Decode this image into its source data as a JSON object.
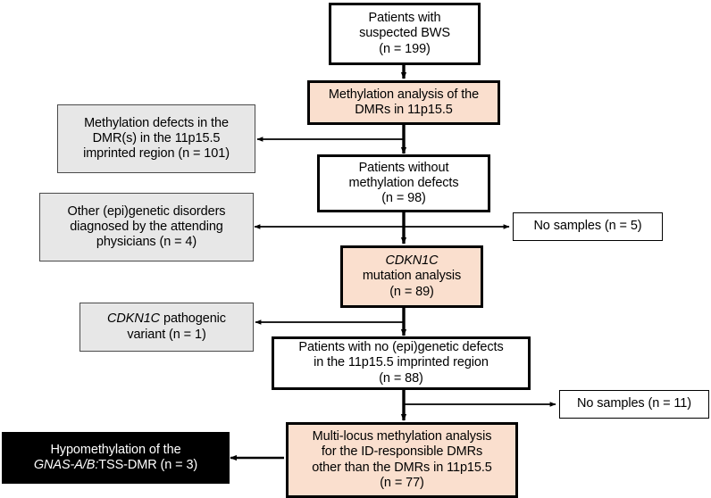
{
  "diagram": {
    "title": "BWS patient cohort methylation and mutation analysis flowchart",
    "colors": {
      "process_fill": "#FADFCE",
      "outcome_fill": "#E7E7E7",
      "highlight_fill": "#000000",
      "highlight_text": "#FFFFFF",
      "border": "#000000",
      "background": "#FFFFFF"
    },
    "nodes": [
      {
        "id": "suspected-bws",
        "kind": "main",
        "lines": [
          "Patients with",
          "suspected BWS",
          "(n = 199)"
        ],
        "count": 199
      },
      {
        "id": "methylation-analysis-11p155",
        "kind": "process",
        "lines": [
          "Methylation analysis of the",
          "DMRs in 11p15.5"
        ],
        "count": null
      },
      {
        "id": "methylation-defects-11p155",
        "kind": "outcome",
        "lines": [
          "Methylation defects in the",
          "DMR(s) in the 11p15.5",
          "imprinted region (n = 101)"
        ],
        "count": 101
      },
      {
        "id": "patients-without-methylation-defects",
        "kind": "main",
        "lines": [
          "Patients without",
          "methylation defects",
          "(n = 98)"
        ],
        "count": 98
      },
      {
        "id": "other-epigenetic-disorders",
        "kind": "outcome",
        "lines": [
          "Other (epi)genetic disorders",
          "diagnosed by the attending",
          "physicians (n = 4)"
        ],
        "count": 4
      },
      {
        "id": "no-samples-5",
        "kind": "plain",
        "lines": [
          "No samples (n = 5)"
        ],
        "count": 5
      },
      {
        "id": "cdkn1c-mutation-analysis",
        "kind": "process",
        "lines": [
          "CDKN1C",
          "mutation analysis",
          "(n = 89)"
        ],
        "italic_first_line": true,
        "count": 89
      },
      {
        "id": "cdkn1c-pathogenic-variant",
        "kind": "outcome",
        "lines": [
          "CDKN1C pathogenic",
          "variant (n = 1)"
        ],
        "italic_prefix": "CDKN1C",
        "count": 1
      },
      {
        "id": "patients-no-epigenetic-defects",
        "kind": "main",
        "lines": [
          "Patients with no (epi)genetic defects",
          "in the 11p15.5 imprinted region",
          "(n = 88)"
        ],
        "count": 88
      },
      {
        "id": "no-samples-11",
        "kind": "plain",
        "lines": [
          "No samples (n = 11)"
        ],
        "count": 11
      },
      {
        "id": "multi-locus-methylation-analysis",
        "kind": "process",
        "lines": [
          "Multi-locus methylation analysis",
          "for the ID-responsible DMRs",
          "other than the DMRs in 11p15.5",
          "(n = 77)"
        ],
        "count": 77
      },
      {
        "id": "hypomethylation-gnas",
        "kind": "highlight",
        "lines": [
          "Hypomethylation of the",
          "GNAS-A/B:TSS-DMR (n = 3)"
        ],
        "italic_prefix": "GNAS-A/B:",
        "count": 3
      }
    ],
    "text": {
      "suspected_bws_l1": "Patients with",
      "suspected_bws_l2": "suspected BWS",
      "suspected_bws_l3": "(n = 199)",
      "meth_analysis_l1": "Methylation analysis of the",
      "meth_analysis_l2": "DMRs in 11p15.5",
      "meth_defects_l1": "Methylation defects in the",
      "meth_defects_l2": "DMR(s) in the 11p15.5",
      "meth_defects_l3": "imprinted region (n = 101)",
      "without_defects_l1": "Patients without",
      "without_defects_l2": "methylation defects",
      "without_defects_l3": "(n = 98)",
      "other_disorders_l1": "Other (epi)genetic disorders",
      "other_disorders_l2": "diagnosed by the attending",
      "other_disorders_l3": "physicians (n = 4)",
      "no_samples_5": "No samples (n = 5)",
      "cdkn1c_gene": "CDKN1C",
      "cdkn1c_l2": "mutation analysis",
      "cdkn1c_l3": "(n = 89)",
      "pathogenic_gene": "CDKN1C",
      "pathogenic_rest": " pathogenic",
      "pathogenic_l2": "variant (n = 1)",
      "no_epi_defects_l1": "Patients with no (epi)genetic defects",
      "no_epi_defects_l2": "in the 11p15.5 imprinted region",
      "no_epi_defects_l3": "(n = 88)",
      "no_samples_11": "No samples (n = 11)",
      "multilocus_l1": "Multi-locus methylation analysis",
      "multilocus_l2": "for the ID-responsible DMRs",
      "multilocus_l3": "other than the DMRs in 11p15.5",
      "multilocus_l4": "(n = 77)",
      "hypo_l1": "Hypomethylation of the",
      "hypo_gene": "GNAS-A/B:",
      "hypo_rest": "TSS-DMR (n = 3)"
    }
  }
}
